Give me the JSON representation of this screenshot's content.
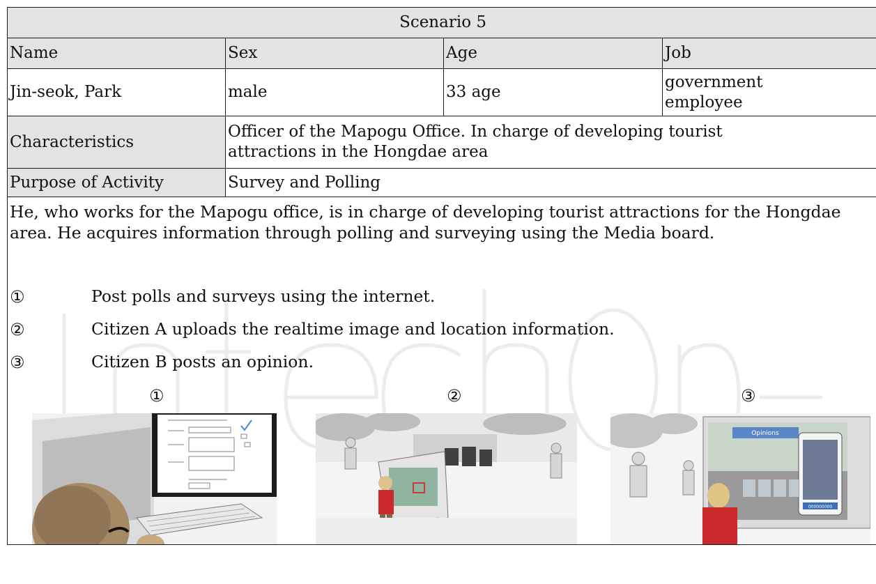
{
  "table": {
    "title": "Scenario 5",
    "headers": [
      "Name",
      "Sex",
      "Age",
      "Job"
    ],
    "values": [
      "Jin-seok, Park",
      "male",
      "33 age",
      "government employee"
    ],
    "characteristics_label": "Characteristics",
    "characteristics_value": "Officer of the Mapogu Office. In charge of developing tourist attractions in the Hongdae area",
    "purpose_label": "Purpose of Activity",
    "purpose_value": "Survey and Polling"
  },
  "description": "He, who works for the Mapogu office, is in charge of developing tourist attractions for the Hongdae area. He acquires information through polling and surveying using the Media board.",
  "steps": [
    {
      "num": "①",
      "text": "Post polls and surveys using the internet."
    },
    {
      "num": "②",
      "text": "Citizen A uploads the realtime image and location information."
    },
    {
      "num": "③",
      "text": "Citizen B posts an opinion."
    }
  ],
  "figures": [
    {
      "num": "①",
      "icon": "computer-user-illustration"
    },
    {
      "num": "②",
      "icon": "citizen-uploading-illustration"
    },
    {
      "num": "③",
      "icon": "citizen-opinion-illustration"
    }
  ],
  "watermark": "IntechOpen",
  "illustration_text": {
    "opinion_banner": "Opinions",
    "phone_caption": "000000000"
  }
}
